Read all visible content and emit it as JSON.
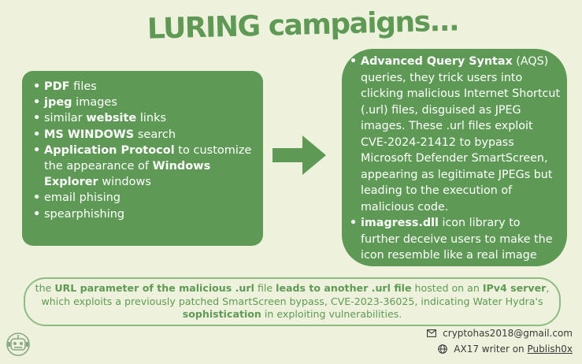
{
  "title": "LURING campaigns...",
  "left_list": [
    {
      "pre": "",
      "bold": "PDF",
      "post": " files"
    },
    {
      "pre": "",
      "bold": "jpeg",
      "post": " images"
    },
    {
      "pre": "similar ",
      "bold": "website",
      "post": " links"
    },
    {
      "pre": "",
      "bold": "MS WINDOWS",
      "post": " search"
    },
    {
      "pre": "",
      "bold": "Application Protocol",
      "post": " to customize the appearance of ",
      "bold2": "Windows Explorer",
      "post2": " windows"
    },
    {
      "pre": "email phising",
      "bold": "",
      "post": ""
    },
    {
      "pre": "spearphishing",
      "bold": "",
      "post": ""
    }
  ],
  "right_list": [
    {
      "bold": "Advanced Query Syntax",
      "post": " (AQS) queries, they trick users into clicking malicious Internet Shortcut (.url) files, disguised as JPEG images. These .url files exploit CVE-2024-21412 to bypass Microsoft Defender SmartScreen, appearing as legitimate JPEGs but leading to the execution of malicious code."
    },
    {
      "bold": "imagress.dll",
      "post": " icon library to further deceive users to make the icon resemble like a real image"
    }
  ],
  "note": {
    "p1": "the ",
    "b1": "URL parameter of the malicious .url",
    "p2": " file ",
    "b2": "leads to another .url file",
    "p3": " hosted on an ",
    "b3": "IPv4 server",
    "p4": ", which exploits a previously patched SmartScreen bypass, CVE-2023-36025, indicating Water Hydra's ",
    "b4": "sophistication",
    "p5": " in exploiting vulnerabilities."
  },
  "contact": {
    "email": "cryptohas2018@gmail.com",
    "site_prefix": "AX17 writer on ",
    "site_link": "Publish0x"
  },
  "colors": {
    "background": "#eef2dc",
    "accent": "#5e9a55",
    "border": "#8cbc82"
  },
  "icons": [
    "arrow-right-icon",
    "mail-icon",
    "globe-icon",
    "robot-icon"
  ]
}
